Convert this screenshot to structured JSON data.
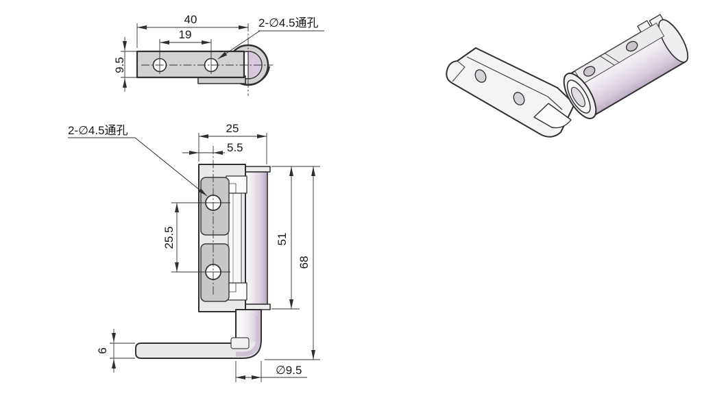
{
  "colors": {
    "outline": "#2f2f2f",
    "metal_gray": "#d2d2d2",
    "plate_gray": "#e9e9e9",
    "pocket_gray": "#c7c7c7",
    "lavender_accent": "#d9c8de"
  },
  "top_view": {
    "dim_width": "40",
    "dim_hole_spacing": "19",
    "dim_leaf_height": "9.5",
    "label_holes": "2-∅4.5通孔"
  },
  "front_view": {
    "dim_width": "25",
    "dim_hole_offset": "5.5",
    "dim_hole_spacing": "25.5",
    "dim_knuckle_length": "51",
    "dim_overall_height": "68",
    "dim_arm_thickness": "6",
    "dim_pin_diameter": "∅9.5",
    "label_holes": "2-∅4.5通孔"
  }
}
